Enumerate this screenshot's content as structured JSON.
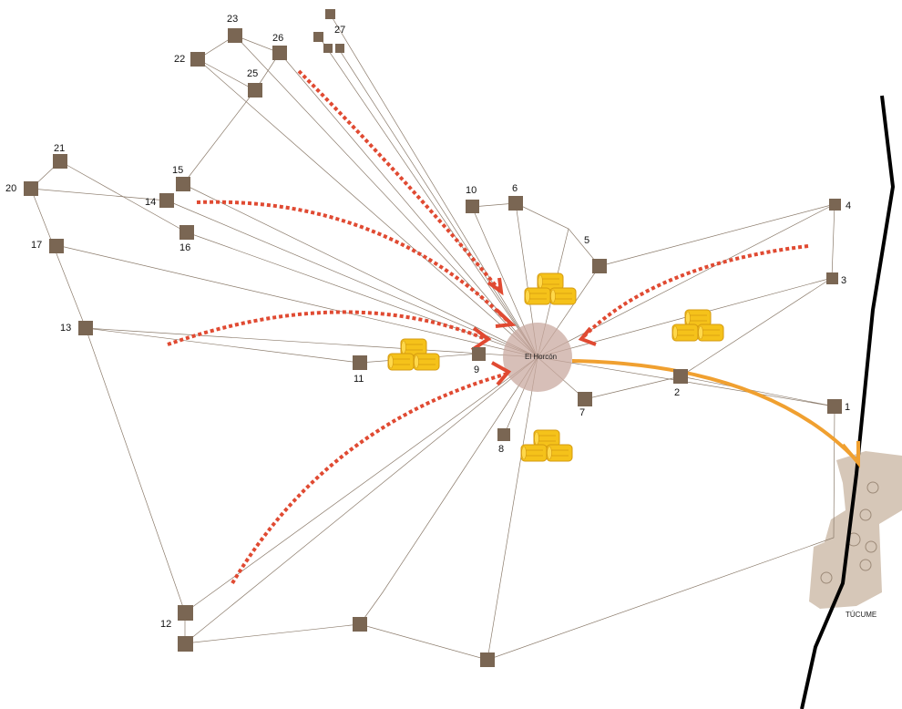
{
  "hub": {
    "label": "El Horcón"
  },
  "town": {
    "label": "TÚCUME"
  },
  "nodes": [
    {
      "id": "n1",
      "label": "1"
    },
    {
      "id": "n2",
      "label": "2"
    },
    {
      "id": "n3",
      "label": "3"
    },
    {
      "id": "n4",
      "label": "4"
    },
    {
      "id": "n5",
      "label": "5"
    },
    {
      "id": "n6",
      "label": "6"
    },
    {
      "id": "n7",
      "label": "7"
    },
    {
      "id": "n8",
      "label": "8"
    },
    {
      "id": "n9",
      "label": "9"
    },
    {
      "id": "n10",
      "label": "10"
    },
    {
      "id": "n11",
      "label": "11"
    },
    {
      "id": "n12",
      "label": "12"
    },
    {
      "id": "n13",
      "label": "13"
    },
    {
      "id": "n14",
      "label": "14"
    },
    {
      "id": "n15",
      "label": "15"
    },
    {
      "id": "n16",
      "label": "16"
    },
    {
      "id": "n17",
      "label": "17"
    },
    {
      "id": "n20",
      "label": "20"
    },
    {
      "id": "n21",
      "label": "21"
    },
    {
      "id": "n22",
      "label": "22"
    },
    {
      "id": "n23",
      "label": "23"
    },
    {
      "id": "n25",
      "label": "25"
    },
    {
      "id": "n26",
      "label": "26"
    },
    {
      "id": "n27",
      "label": "27"
    }
  ],
  "colors": {
    "node": "#7a6653",
    "road": "#8a7a6a",
    "hub_fill": "#c9a9a0",
    "collection_arrow": "#e04a32",
    "export_arrow": "#f0a030",
    "town_fill": "#d6c7b8",
    "boundary": "#000000",
    "hay": "#f5c21a"
  },
  "icons": [
    "hay-bale-icon",
    "collection-arrow",
    "export-arrow"
  ]
}
